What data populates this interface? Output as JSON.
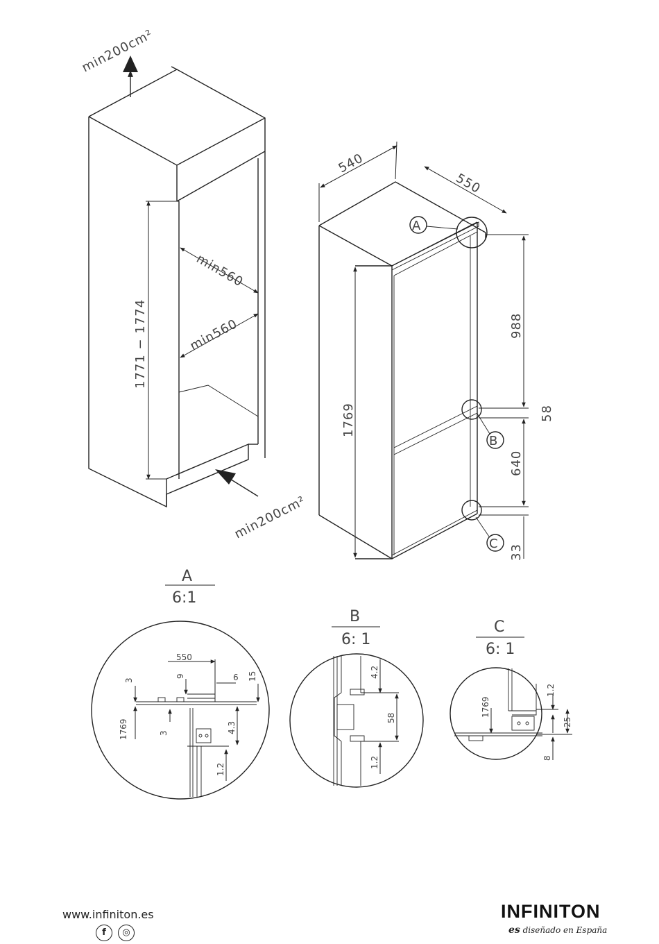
{
  "dims": {
    "vent_top": "min200cm²",
    "vent_bottom": "min200cm²",
    "niche_height": "1771 − 1774",
    "niche_width_1": "min560",
    "niche_width_2": "min560",
    "width": "540",
    "depth": "550",
    "height": "1769",
    "upper": "988",
    "gap": "58",
    "lower": "640",
    "bottom": "33"
  },
  "callouts": {
    "a": "A",
    "b": "B",
    "c": "C"
  },
  "details": {
    "a": {
      "title": "A",
      "scale": "6:1",
      "labels": {
        "d550": "550",
        "d3a": "3",
        "d9": "9",
        "d6": "6",
        "d15": "15",
        "d1769": "1769",
        "d3b": "3",
        "d43": "4.3",
        "d12": "1.2"
      }
    },
    "b": {
      "title": "B",
      "scale": "6: 1",
      "labels": {
        "d42": "4.2",
        "d58": "58",
        "d12": "1.2"
      }
    },
    "c": {
      "title": "C",
      "scale": "6: 1",
      "labels": {
        "d1769": "1769",
        "d12": "1.2",
        "d25": "25",
        "d8": "8"
      }
    }
  },
  "footer": {
    "url": "www.infiniton.es",
    "facebook_glyph": "f",
    "instagram_glyph": "◎",
    "brand": "INFINITON",
    "tagline_es": "es",
    "tagline": "diseñado en España"
  }
}
